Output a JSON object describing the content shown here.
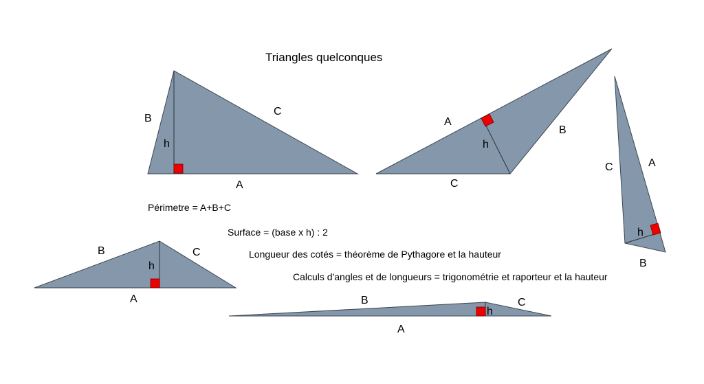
{
  "title": "Triangles quelconques",
  "notes": {
    "perimeter": "Périmetre = A+B+C",
    "surface": "Surface = (base x h) : 2",
    "sides": "Longueur des cotés =  théorème de Pythagore et la hauteur",
    "angles": "Calculs d'angles et de longueurs = trigonométrie et raporteur  et la hauteur"
  },
  "triangles": [
    {
      "side_a": "A",
      "side_b": "B",
      "side_c": "C",
      "height": "h"
    },
    {
      "side_a": "A",
      "side_b": "B",
      "side_c": "C",
      "height": "h"
    },
    {
      "side_a": "A",
      "side_b": "B",
      "side_c": "C",
      "height": "h"
    },
    {
      "side_a": "A",
      "side_b": "B",
      "side_c": "C",
      "height": "h"
    },
    {
      "side_a": "A",
      "side_b": "B",
      "side_c": "C",
      "height": "h"
    }
  ],
  "colors": {
    "triangle_fill": "#8497ab",
    "right_angle_marker": "#ee0000"
  }
}
